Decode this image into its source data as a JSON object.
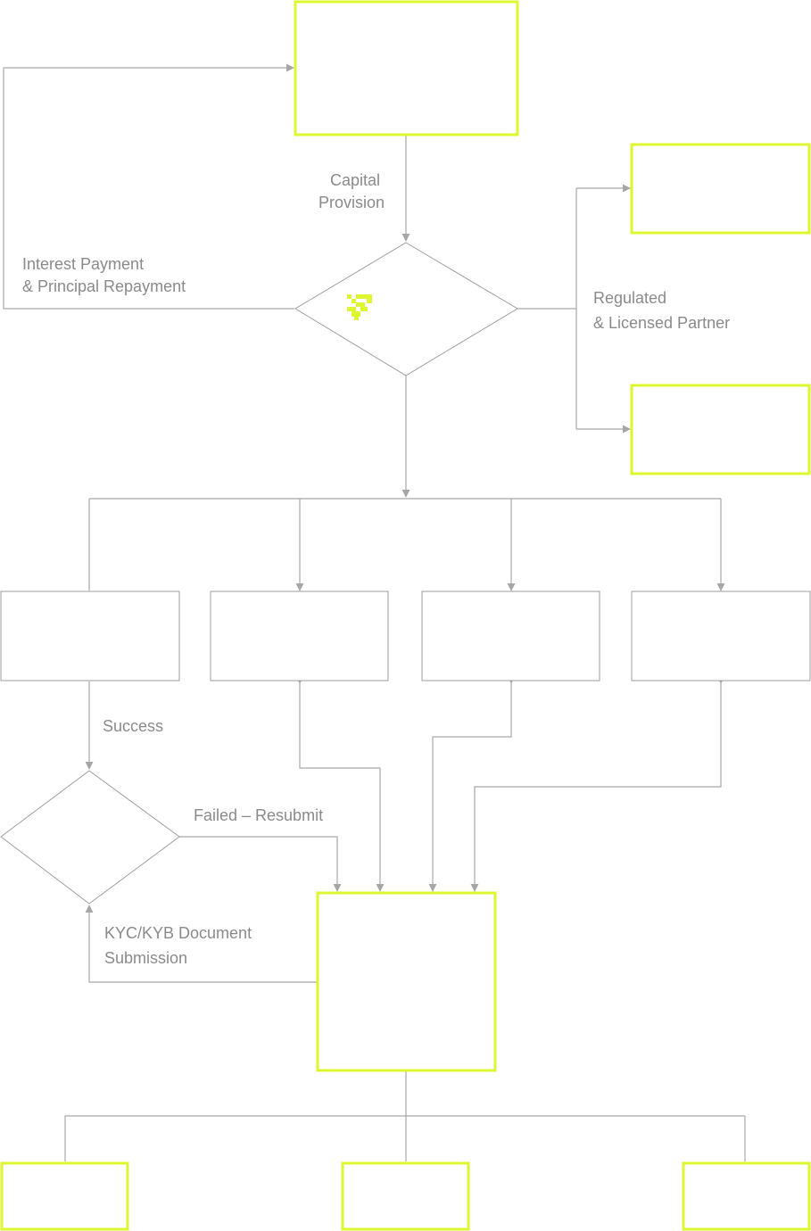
{
  "colors": {
    "accent": "#dcf72f",
    "line": "#a6a6a6",
    "node_border": "#9e9e9e",
    "label": "#8a8a8a"
  },
  "logo": {
    "icon": "pixel-logo-icon"
  },
  "edge_labels": {
    "capital_provision": [
      "Capital",
      "Provision"
    ],
    "interest_repayment": [
      "Interest Payment",
      "& Principal Repayment"
    ],
    "regulated_partner": [
      "Regulated",
      "& Licensed Partner"
    ],
    "success": [
      "Success"
    ],
    "failed_resubmit": [
      "Failed – Resubmit"
    ],
    "kyc_submission": [
      "KYC/KYB Document",
      "Submission"
    ]
  }
}
